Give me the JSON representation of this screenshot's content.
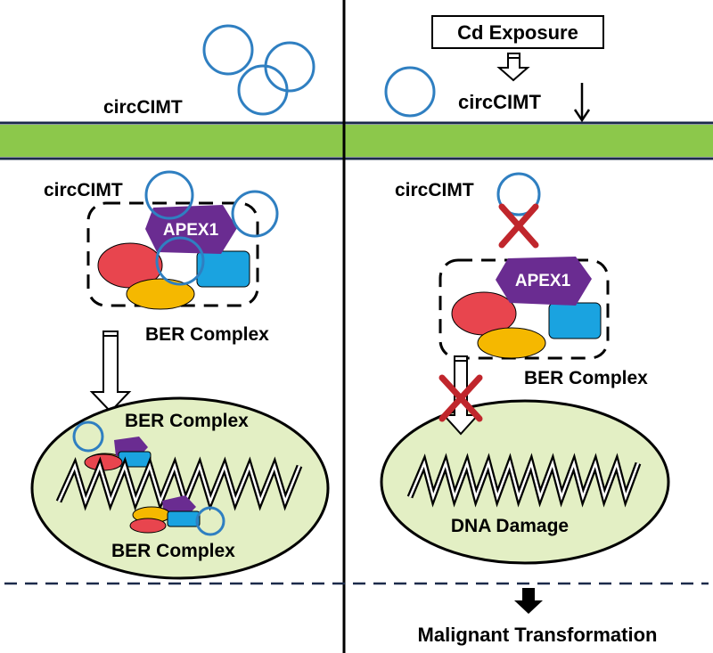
{
  "colors": {
    "membrane": "#8cc84b",
    "membrane_edge": "#1b2a4a",
    "circ_ring": "#2f7fc1",
    "apex1": "#6a2c91",
    "red_protein": "#e8454e",
    "yellow_protein": "#f5b800",
    "blue_protein": "#1aa3e0",
    "nucleus_fill": "#e3efc4",
    "cross": "#c0262c",
    "dashed_line": "#1b2a4a"
  },
  "left": {
    "top_label": "circCIMT",
    "inner_label": "circCIMT",
    "apex_label": "APEX1",
    "complex_label": "BER Complex",
    "nucleus_label_top": "BER Complex",
    "nucleus_label_bottom": "BER Complex"
  },
  "right": {
    "exposure_label": "Cd Exposure",
    "top_label": "circCIMT",
    "inner_label": "circCIMT",
    "apex_label": "APEX1",
    "complex_label": "BER Complex",
    "nucleus_label": "DNA Damage"
  },
  "bottom": {
    "outcome_label": "Malignant Transformation"
  },
  "icons": {
    "circrna": "ring-icon",
    "blocked": "red-x-icon",
    "arrow": "hollow-arrow-icon",
    "down_arrow": "thin-down-arrow-icon",
    "result_arrow": "solid-down-arrow-icon",
    "dna": "dna-zigzag-icon"
  }
}
